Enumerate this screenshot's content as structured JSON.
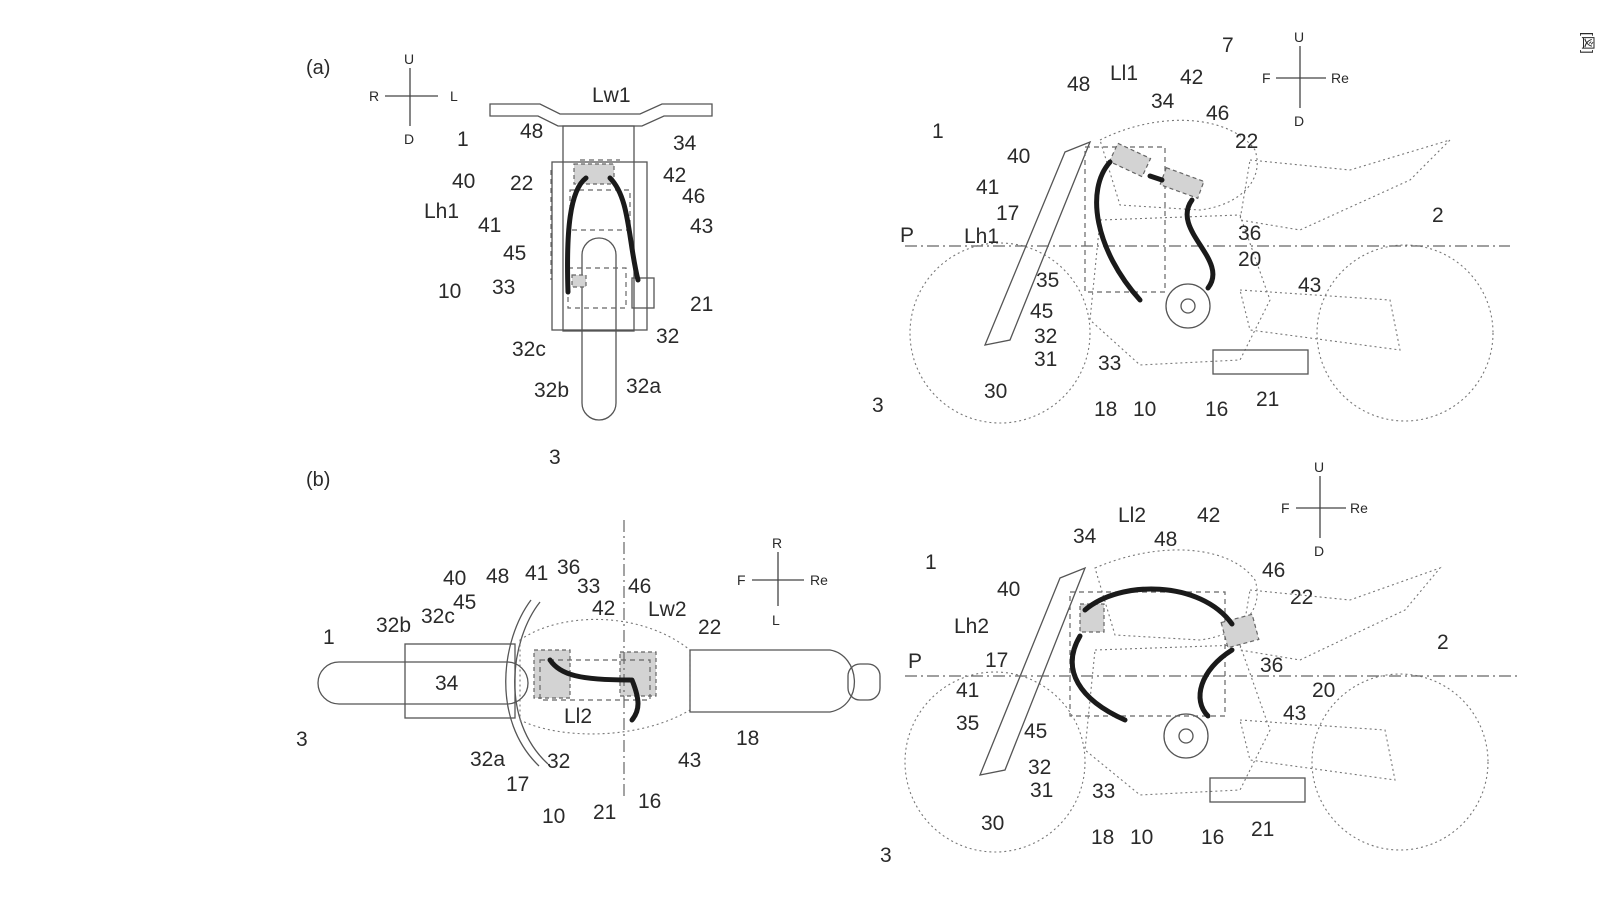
{
  "sections": {
    "a": "(a)",
    "b": "(b)"
  },
  "directions": {
    "up": "U",
    "down": "D",
    "right": "R",
    "left": "L",
    "front": "F",
    "rear": "Re"
  },
  "corner_mark": "[図]",
  "front_view_a": {
    "labels": [
      "1",
      "48",
      "Lw1",
      "34",
      "40",
      "22",
      "42",
      "46",
      "Lh1",
      "41",
      "43",
      "45",
      "10",
      "33",
      "21",
      "32c",
      "32",
      "32b",
      "32a",
      "3"
    ]
  },
  "side_view_a": {
    "labels": [
      "7",
      "48",
      "Ll1",
      "34",
      "42",
      "46",
      "22",
      "1",
      "40",
      "41",
      "17",
      "2",
      "P",
      "Lh1",
      "36",
      "20",
      "35",
      "45",
      "43",
      "32",
      "31",
      "30",
      "33",
      "3",
      "18",
      "10",
      "16",
      "21"
    ]
  },
  "top_view_b": {
    "labels": [
      "40",
      "48",
      "41",
      "36",
      "33",
      "46",
      "45",
      "32b",
      "32c",
      "42",
      "Lw2",
      "22",
      "1",
      "34",
      "Ll2",
      "18",
      "3",
      "32a",
      "32",
      "43",
      "17",
      "10",
      "21",
      "16"
    ]
  },
  "side_view_b": {
    "labels": [
      "Ll2",
      "42",
      "34",
      "48",
      "1",
      "40",
      "46",
      "22",
      "Lh2",
      "2",
      "P",
      "17",
      "36",
      "41",
      "20",
      "35",
      "45",
      "43",
      "32",
      "31",
      "30",
      "33",
      "3",
      "18",
      "10",
      "16",
      "21"
    ]
  }
}
